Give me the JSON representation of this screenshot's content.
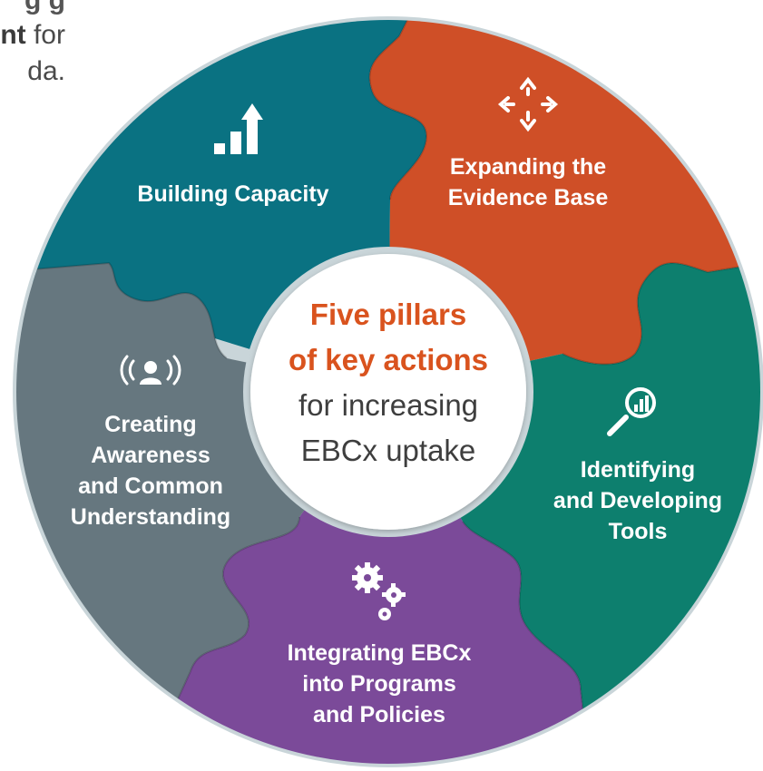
{
  "intro_fragment": {
    "line1": "g   g",
    "line2_bold": "nt",
    "line2_rest": " for",
    "line3": "da."
  },
  "center": {
    "title_line1": "Five pillars",
    "title_line2": "of key actions",
    "subtitle_line1": "for increasing",
    "subtitle_line2": "EBCx uptake"
  },
  "pillars": [
    {
      "label_lines": [
        "Building Capacity"
      ],
      "icon": "bar-chart-up-arrow-icon",
      "color": "#0a7282"
    },
    {
      "label_lines": [
        "Expanding the",
        "Evidence Base"
      ],
      "icon": "expand-arrows-icon",
      "color": "#cf4f27"
    },
    {
      "label_lines": [
        "Identifying",
        "and Developing",
        "Tools"
      ],
      "icon": "magnifier-chart-icon",
      "color": "#0d7f6e"
    },
    {
      "label_lines": [
        "Integrating EBCx",
        "into Programs",
        "and Policies"
      ],
      "icon": "gears-icon",
      "color": "#7b4a99"
    },
    {
      "label_lines": [
        "Creating",
        "Awareness",
        "and Common",
        "Understanding"
      ],
      "icon": "broadcast-person-icon",
      "color": "#66777f"
    }
  ],
  "ring_border_color": "#b9c7cc"
}
